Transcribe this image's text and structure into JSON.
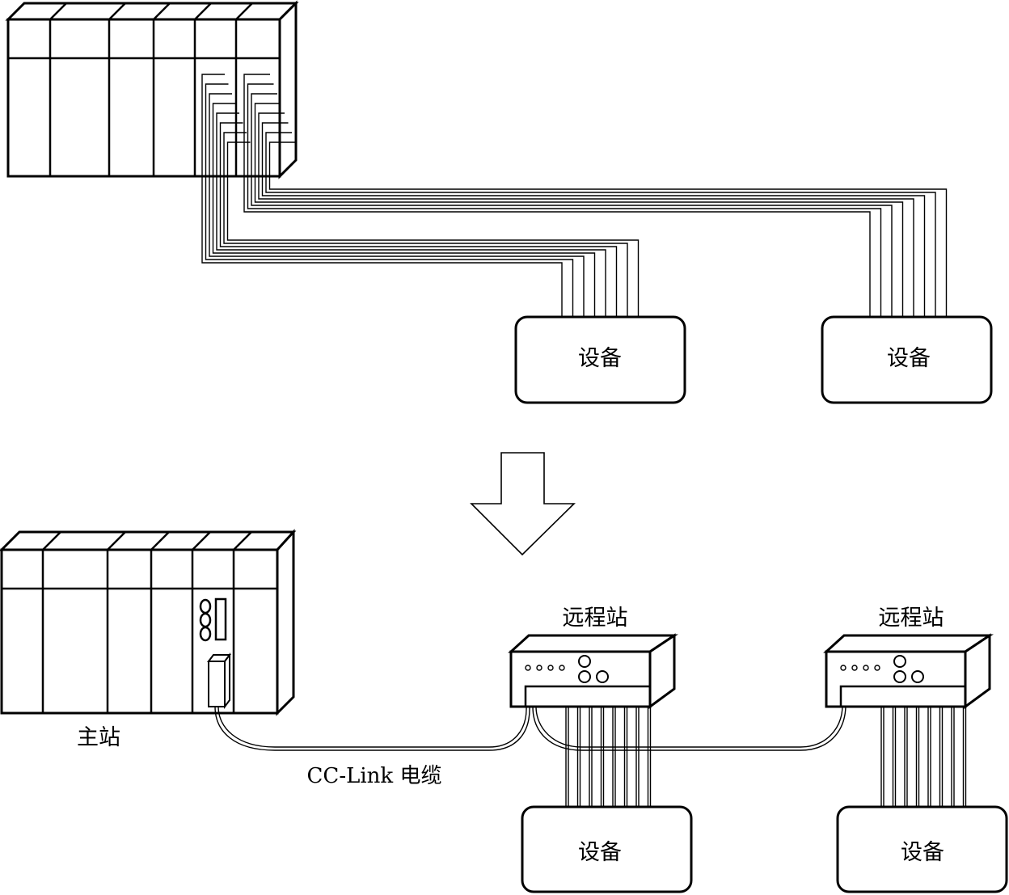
{
  "top": {
    "device_left_label": "设备",
    "device_right_label": "设备"
  },
  "bottom": {
    "master_label": "主站",
    "cable_label": "CC-Link 电缆",
    "remote_left_label": "远程站",
    "remote_right_label": "远程站",
    "device_left_label": "设备",
    "device_right_label": "设备"
  }
}
